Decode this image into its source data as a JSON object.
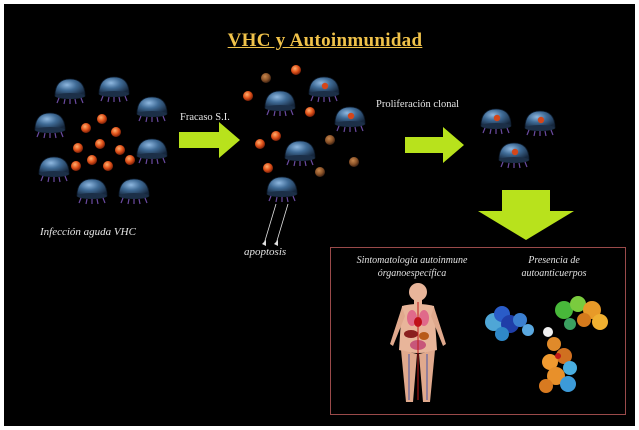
{
  "title": "VHC y Autoinmunidad",
  "labels": {
    "acute_infection": "Infección aguda VHC",
    "si_failure": "Fracaso S.I.",
    "clonal_proliferation": "Proliferación clonal",
    "apoptosis": "apoptosis"
  },
  "inset": {
    "organ_specific_line1": "Sintomatología autoinmune",
    "organ_specific_line2": "órganoespecífica",
    "antibodies_line1": "Presencia de",
    "antibodies_line2": "autoanticuerpos"
  },
  "colors": {
    "background": "#000000",
    "title": "#f0c24a",
    "arrow": "#b8e21c",
    "inset_border": "#9a4a4a",
    "lymphocyte": "#3f6b96",
    "virus": "#e2531a"
  },
  "icons": {
    "lymphocyte": "lymphocyte-icon",
    "virus": "virus-particle-icon",
    "body": "human-body-organs-icon",
    "antibody": "antibody-molecule-icon"
  }
}
